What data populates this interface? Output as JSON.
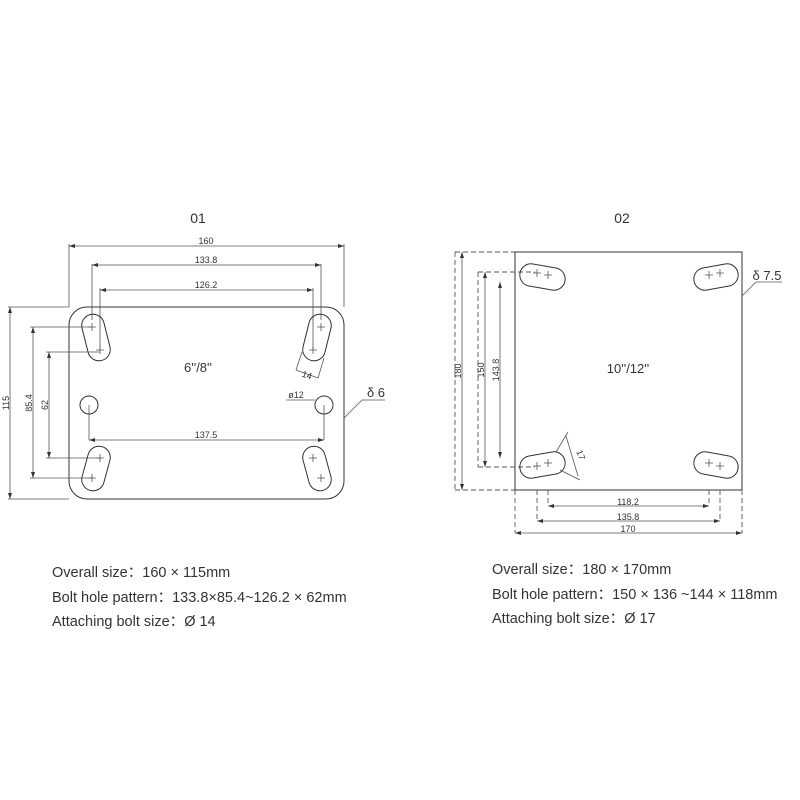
{
  "plates": [
    {
      "id": "01",
      "wheel_size": "6''/8''",
      "dims": {
        "overall_width": "160",
        "outer_pattern_width": "133.8",
        "inner_pattern_width": "126.2",
        "lower_pattern_width": "137.5",
        "overall_height": "115",
        "outer_pattern_height": "85.4",
        "inner_pattern_height": "62",
        "slot_width": "14",
        "hole_diameter": "ø12",
        "thickness": "δ 6"
      },
      "specs": [
        {
          "label": "Overall size：",
          "value": "160 × 115mm"
        },
        {
          "label": "Bolt hole pattern：",
          "value": "133.8×85.4~126.2 × 62mm"
        },
        {
          "label": "Attaching bolt size：",
          "value": "Ø 14"
        }
      ]
    },
    {
      "id": "02",
      "wheel_size": "10''/12''",
      "dims": {
        "overall_height": "180",
        "outer_pattern_height": "150",
        "inner_pattern_height": "143.8",
        "inner_pattern_width": "118.2",
        "outer_pattern_width": "135.8",
        "overall_width": "170",
        "slot_width": "17",
        "thickness": "δ 7.5"
      },
      "specs": [
        {
          "label": "Overall size：",
          "value": "180 × 170mm"
        },
        {
          "label": "Bolt hole pattern：",
          "value": "150 × 136 ~144 × 118mm"
        },
        {
          "label": "Attaching bolt size：",
          "value": "Ø 17"
        }
      ]
    }
  ]
}
